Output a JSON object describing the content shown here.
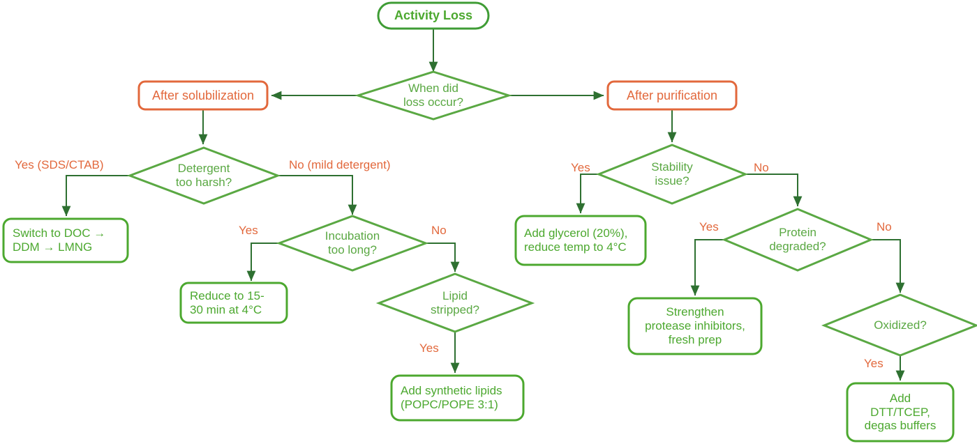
{
  "diagram": {
    "title": "Activity Loss troubleshooting flowchart",
    "colors": {
      "start_stroke": "#3f9c35",
      "decision_stroke": "#5aa843",
      "action_stroke": "#4ca82f",
      "branch_stroke": "#e2683c",
      "connector": "#2e7031",
      "label_text": "#e2683c",
      "background": "#ffffff"
    },
    "nodes": {
      "start": {
        "label": "Activity Loss",
        "shape": "rounded-terminator"
      },
      "d_when": {
        "label": "When did\nloss occur?",
        "shape": "diamond"
      },
      "b_after_solubilization": {
        "label": "After solubilization",
        "shape": "rounded-rect"
      },
      "b_after_purification": {
        "label": "After purification",
        "shape": "rounded-rect"
      },
      "d_detergent_harsh": {
        "label": "Detergent\ntoo harsh?",
        "shape": "diamond"
      },
      "a_switch_doc": {
        "label": "Switch to DOC →\nDDM → LMNG",
        "shape": "rounded-rect"
      },
      "d_incubation_long": {
        "label": "Incubation\ntoo long?",
        "shape": "diamond"
      },
      "a_reduce_time": {
        "label": "Reduce to 15-\n30 min at 4°C",
        "shape": "rounded-rect"
      },
      "d_lipid_stripped": {
        "label": "Lipid\nstripped?",
        "shape": "diamond"
      },
      "a_add_lipids": {
        "label": "Add synthetic lipids\n(POPC/POPE 3:1)",
        "shape": "rounded-rect"
      },
      "d_stability_issue": {
        "label": "Stability\nissue?",
        "shape": "diamond"
      },
      "a_add_glycerol": {
        "label": "Add glycerol (20%),\nreduce temp to 4°C",
        "shape": "rounded-rect"
      },
      "d_protein_degraded": {
        "label": "Protein\ndegraded?",
        "shape": "diamond"
      },
      "a_protease_inhibitors": {
        "label": "Strengthen\nprotease inhibitors,\nfresh prep",
        "shape": "rounded-rect"
      },
      "d_oxidized": {
        "label": "Oxidized?",
        "shape": "diamond"
      },
      "a_add_dtt": {
        "label": "Add\nDTT/TCEP,\ndegas buffers",
        "shape": "rounded-rect"
      }
    },
    "edge_labels": {
      "harsh_yes": "Yes (SDS/CTAB)",
      "harsh_no": "No (mild detergent)",
      "incubation_yes": "Yes",
      "incubation_no": "No",
      "lipid_yes": "Yes",
      "stability_yes": "Yes",
      "stability_no": "No",
      "degraded_yes": "Yes",
      "degraded_no": "No",
      "oxidized_yes": "Yes"
    }
  }
}
